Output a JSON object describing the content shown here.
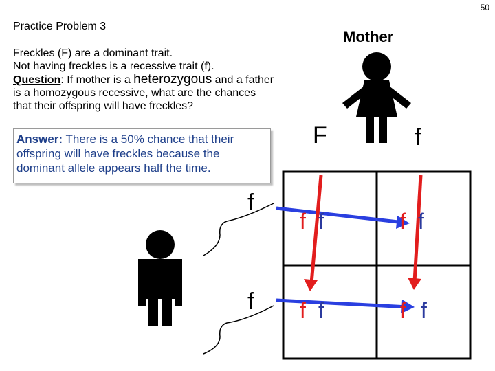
{
  "page_number": "50",
  "title": "Practice Problem 3",
  "mother_label": "Mother",
  "intro": {
    "line1": "Freckles (F) are a dominant trait.",
    "line2": "Not having freckles is a recessive trait (f).",
    "question_label": "Question",
    "question_pre": ": If mother is a ",
    "question_highlight": "heterozygous",
    "question_post": " and a father is a homozygous recessive, what are the chances that their offspring will have freckles?"
  },
  "answer": {
    "label": "Answer:",
    "text": " There is a 50% chance that their offspring will have freckles because the dominant allele appears half the time."
  },
  "punnett": {
    "mother_alleles": [
      "F",
      "f"
    ],
    "father_alleles": [
      "f",
      "f"
    ],
    "cells": [
      {
        "left": "f",
        "right": "f"
      },
      {
        "left": "f",
        "right": "f"
      },
      {
        "left": "f",
        "right": "f"
      },
      {
        "left": "f",
        "right": "f"
      }
    ]
  },
  "colors": {
    "mother_arrow": "#e21d1d",
    "father_arrow": "#2a3fe0",
    "answer_text": "#1e3f8a",
    "figure": "#000000"
  }
}
